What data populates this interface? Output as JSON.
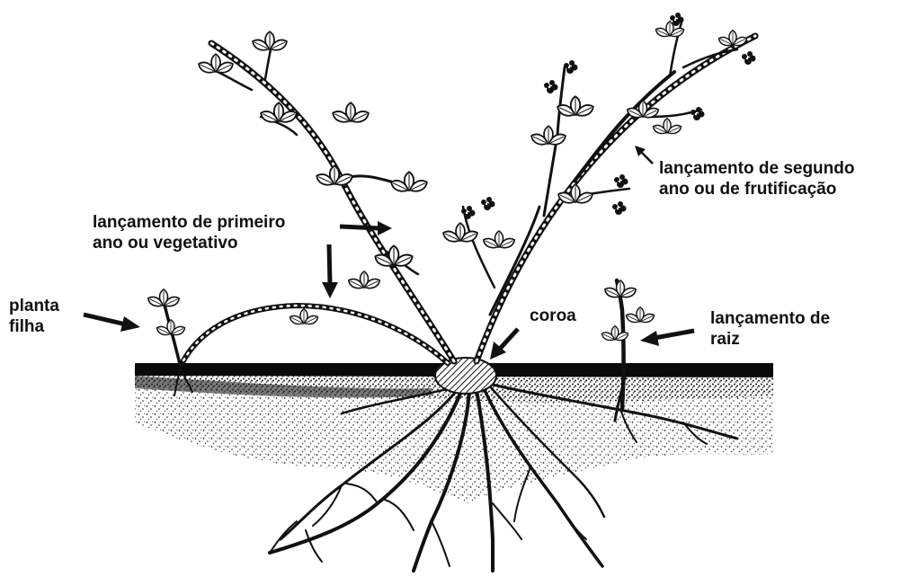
{
  "diagram": {
    "labels": {
      "second_year_cane": [
        "lançamento de segundo",
        "ano ou de frutificação"
      ],
      "first_year_cane": [
        "lançamento de primeiro",
        "ano ou vegetativo"
      ],
      "daughter_plant": [
        "planta",
        "filha"
      ],
      "crown": "coroa",
      "root_sucker": [
        "lançamento de",
        "raiz"
      ]
    },
    "colors": {
      "ink": "#111111",
      "soil_top": "#0a0a0a",
      "background": "#ffffff"
    }
  }
}
